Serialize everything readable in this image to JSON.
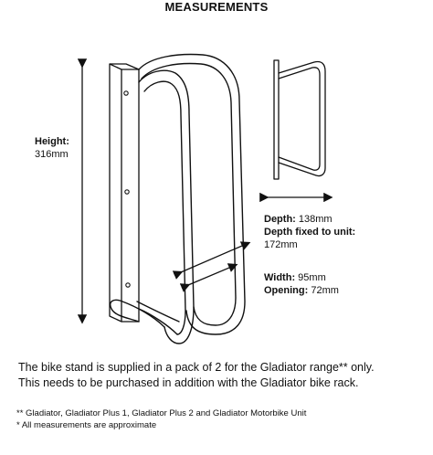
{
  "title": "MEASUREMENTS",
  "labels": {
    "height_name": "Height:",
    "height_value": "316mm",
    "depth_name": "Depth:",
    "depth_value": "138mm",
    "depth_fixed_name": "Depth fixed to unit:",
    "depth_fixed_value": "172mm",
    "width_name": "Width:",
    "width_value": "95mm",
    "opening_name": "Opening:",
    "opening_value": "72mm"
  },
  "body": {
    "line1": "The bike stand is supplied in a pack of 2 for the Gladiator range** only.",
    "line2": "This needs to be purchased in addition with the Gladiator bike rack."
  },
  "footnotes": {
    "note1_mark": "**",
    "note1_text": "Gladiator, Gladiator Plus 1, Gladiator Plus 2 and Gladiator Motorbike Unit",
    "note2_mark": "*",
    "note2_text": "All measurements are approximate"
  }
}
